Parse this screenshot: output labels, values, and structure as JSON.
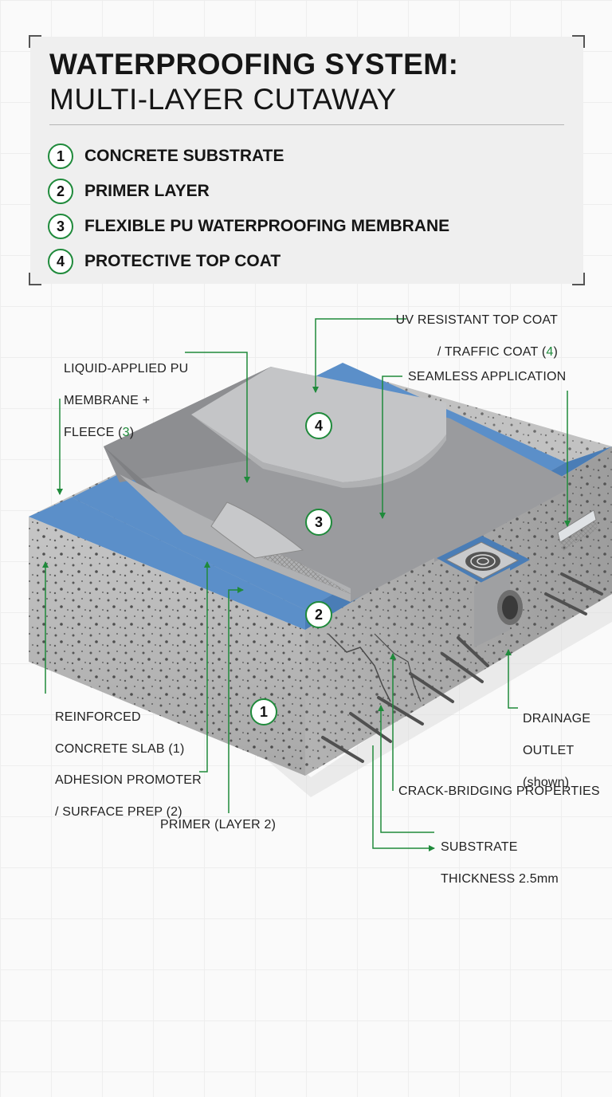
{
  "header": {
    "title_line1": "WATERPROOFING SYSTEM:",
    "title_line2": "MULTI-LAYER CUTAWAY"
  },
  "legend": [
    {
      "num": "1",
      "label": "CONCRETE SUBSTRATE"
    },
    {
      "num": "2",
      "label": "PRIMER LAYER"
    },
    {
      "num": "3",
      "label": "FLEXIBLE PU WATERPROOFING MEMBRANE"
    },
    {
      "num": "4",
      "label": "PROTECTIVE TOP COAT"
    }
  ],
  "callouts": {
    "uv_top_coat": {
      "line1": "UV RESISTANT TOP COAT",
      "line2_prefix": "/ TRAFFIC COAT (",
      "num": "4",
      "suffix": ")"
    },
    "pu_membrane": {
      "line1": "LIQUID-APPLIED PU",
      "line2": "MEMBRANE +",
      "line3_prefix": "FLEECE (",
      "num": "3",
      "suffix": ")"
    },
    "seamless": "SEAMLESS APPLICATION",
    "reinforced_slab": {
      "line1": "REINFORCED",
      "line2": "CONCRETE SLAB (1)"
    },
    "adhesion": {
      "line1": "ADHESION PROMOTER",
      "line2": "/ SURFACE PREP (2)"
    },
    "primer": "PRIMER (LAYER 2)",
    "drainage": {
      "line1": "DRAINAGE",
      "line2": "OUTLET",
      "line3": "(shown)"
    },
    "crack_bridging": "CRACK-BRIDGING PROPERTIES",
    "substrate": {
      "line1": "SUBSTRATE",
      "line2": "THICKNESS 2.5mm"
    }
  },
  "badges": {
    "b1": "1",
    "b2": "2",
    "b3": "3",
    "b4": "4"
  },
  "colors": {
    "accent_green": "#1f8a3b",
    "concrete": "#b9b9b9",
    "primer_blue": "#5b8fc9",
    "membrane_grey": "#9a9b9e",
    "topcoat_grey": "#c4c5c7"
  }
}
